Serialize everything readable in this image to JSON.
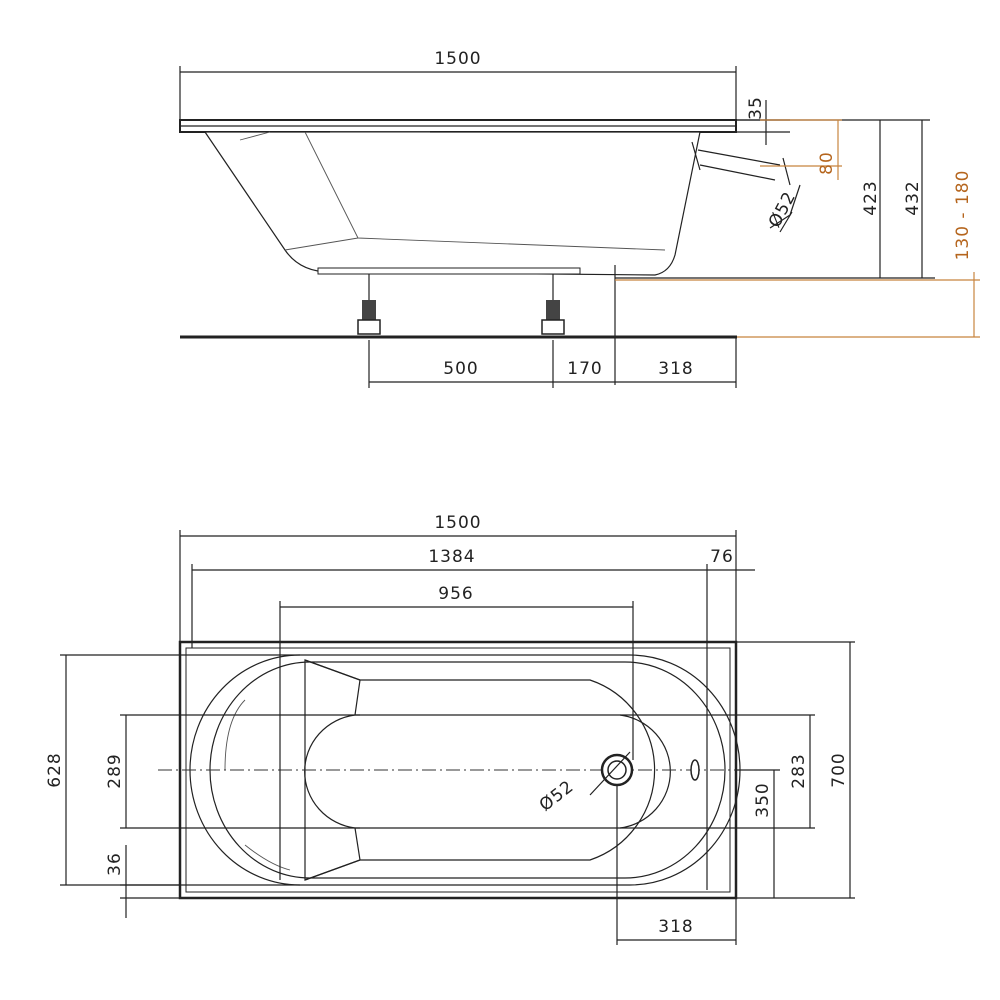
{
  "side_view": {
    "length": "1500",
    "rim": "35",
    "overflow_height": "80",
    "depth_inner": "423",
    "depth_outer": "432",
    "leg_range": "130 - 180",
    "drain_diameter": "Ø52",
    "leg_spacing": "500",
    "leg_to_drain": "170",
    "drain_to_end": "318"
  },
  "top_view": {
    "length": "1500",
    "inner_length": "1384",
    "end_offset": "76",
    "bottom_length": "956",
    "width_inner": "628",
    "bottom_width": "289",
    "edge": "36",
    "drain_diameter": "Ø52",
    "drain_to_end": "318",
    "width_outer": "700",
    "drain_offset": "350",
    "overflow_width": "283"
  }
}
